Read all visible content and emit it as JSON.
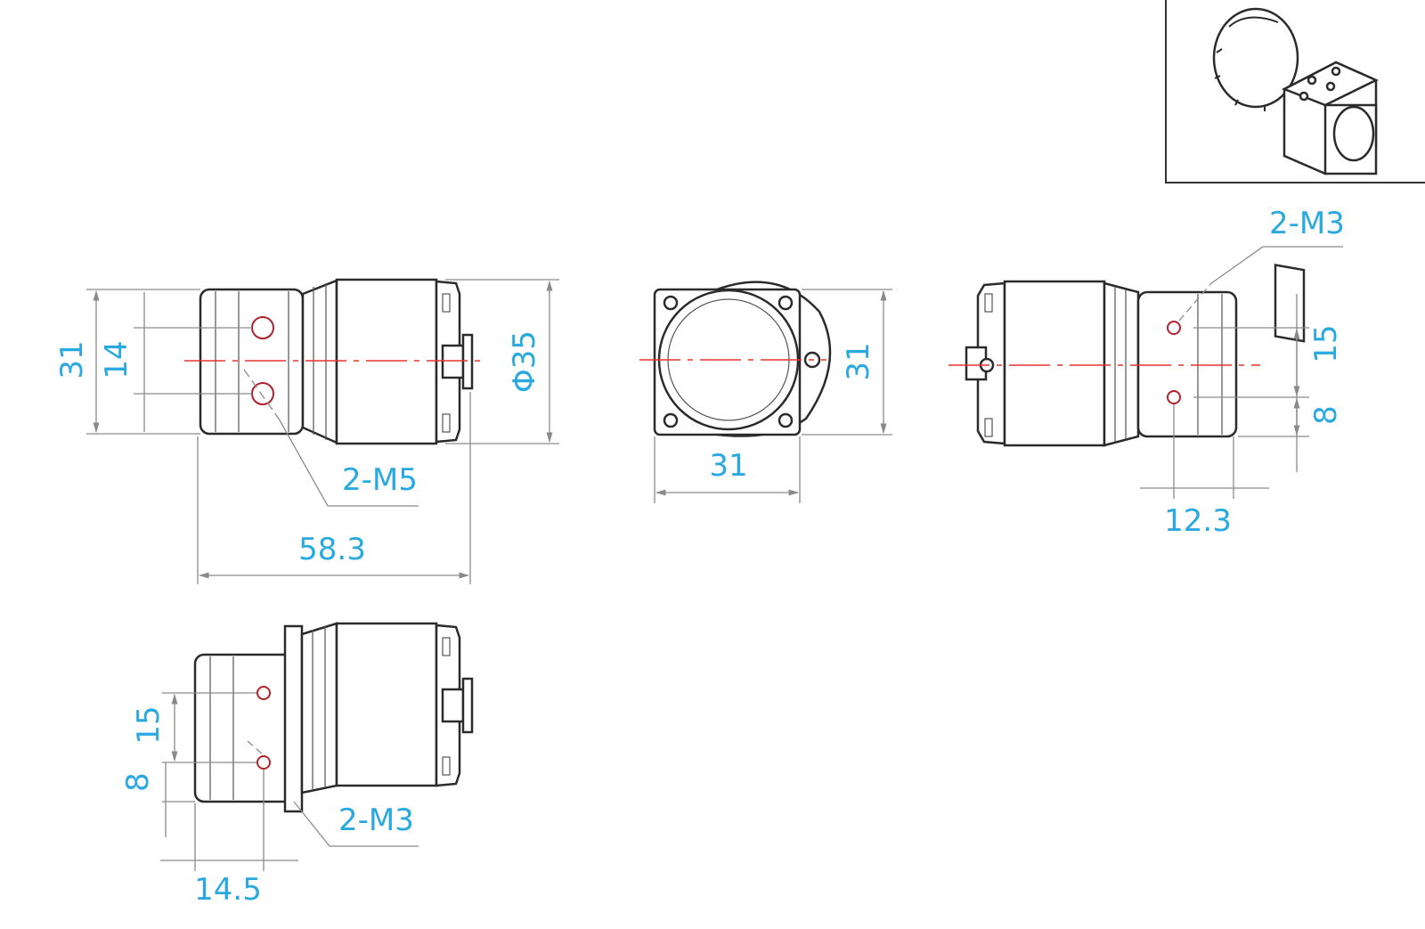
{
  "colors": {
    "dimension": "#2aa9e0",
    "center_line": "#e8332f",
    "hole": "#b0222b",
    "outline": "#2b2b2b",
    "extension_line": "#8a8a8a"
  },
  "front_view": {
    "height_31": "31",
    "hole_spacing_14": "14",
    "diameter_35": "Φ35",
    "thread_2m5": "2-M5",
    "length_58_3": "58.3"
  },
  "end_view": {
    "height_31": "31",
    "width_31": "31"
  },
  "rear_view": {
    "thread_2m3": "2-M3",
    "spacing_15": "15",
    "offset_8": "8",
    "offset_12_3": "12.3"
  },
  "bottom_view": {
    "spacing_15": "15",
    "offset_8": "8",
    "thread_2m3": "2-M3",
    "offset_14_5": "14.5"
  }
}
